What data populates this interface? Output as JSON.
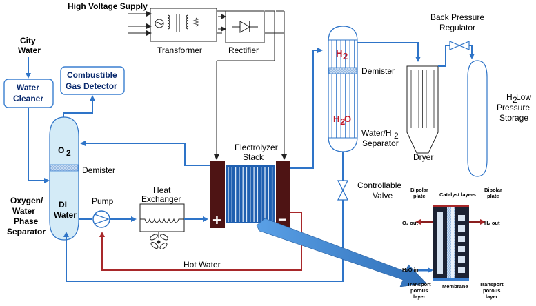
{
  "labels": {
    "high_voltage_supply": "High Voltage Supply",
    "transformer": "Transformer",
    "rectifier": "Rectifier",
    "back_pressure": [
      "Back Pressure",
      "Regulator"
    ],
    "city_water": [
      "City",
      "Water"
    ],
    "water_cleaner": [
      "Water",
      "Cleaner"
    ],
    "gas_detector": [
      "Combustible",
      "Gas Detector"
    ],
    "demister_left": "Demister",
    "o2": "O",
    "o2_sub": "2",
    "di_water": [
      "DI",
      "Water"
    ],
    "phase_separator": [
      "Oxygen/",
      "Water",
      "Phase",
      "Separator"
    ],
    "pump": "Pump",
    "heat_exchanger": [
      "Heat",
      "Exchanger"
    ],
    "electrolyzer": [
      "Electrolyzer",
      "Stack"
    ],
    "plus": "+",
    "minus": "−",
    "hot_water": "Hot Water",
    "h2": "H",
    "h2_sub": "2",
    "h2o": "H",
    "h2o_sub": "2",
    "h2o_o": "O",
    "demister_right": "Demister",
    "water_h2_separator": [
      "Water/H",
      "2",
      "Separator"
    ],
    "dryer": "Dryer",
    "controllable_valve": [
      "Controllable",
      "Valve"
    ],
    "h2_storage": [
      "H",
      "2",
      " Low",
      "Pressure",
      "Storage"
    ]
  },
  "inset": {
    "bipolar_left": [
      "Bipolar",
      "plate"
    ],
    "catalyst": "Catalyst layers",
    "bipolar_right": [
      "Bipolar",
      "plate"
    ],
    "o2_out": "O₂ out",
    "h2_out": "H₂ out",
    "h2o_in": "H₂O in",
    "transport_left": [
      "Transport",
      "porous",
      "layer"
    ],
    "membrane": "Membrane",
    "transport_right": [
      "Transport",
      "porous",
      "layer"
    ]
  },
  "colors": {
    "flow_blue": "#2e74c8",
    "hot_red": "#a8282a",
    "stack_brown": "#4e1414",
    "box_border": "#3a7fd0"
  }
}
